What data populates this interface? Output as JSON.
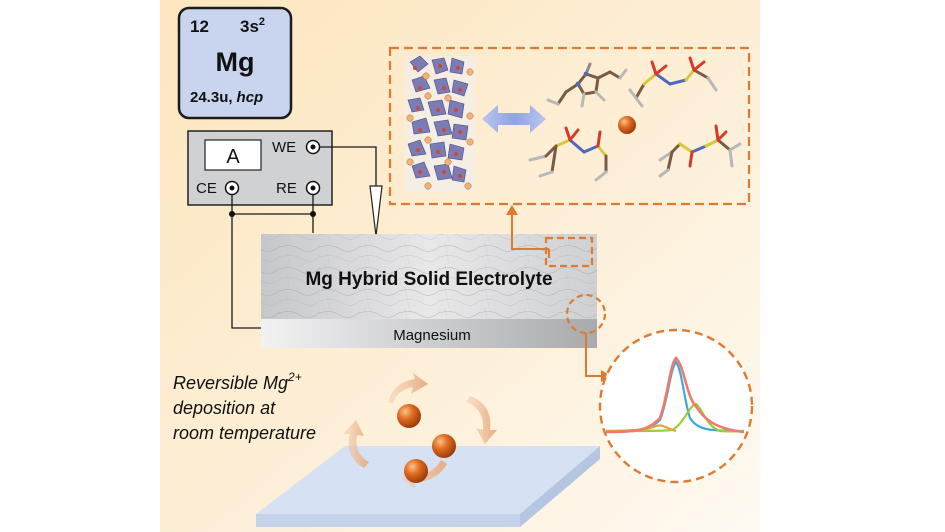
{
  "element_card": {
    "atomic_number": "12",
    "electron_config_base": "3s",
    "electron_config_exp": "2",
    "symbol": "Mg",
    "mass": "24.3u,",
    "structure": "hcp"
  },
  "potentiostat": {
    "meter_label": "A",
    "we_label": "WE",
    "ce_label": "CE",
    "re_label": "RE"
  },
  "electrolyte_label": "Mg Hybrid Solid Electrolyte",
  "substrate_label": "Magnesium",
  "caption": {
    "line1_base": "Reversible Mg",
    "line1_sup": "2+",
    "line2": "deposition at",
    "line3": "room temperature"
  },
  "colors": {
    "background_peach": "#fbe7c6",
    "card_fill": "#c9d5ee",
    "dashed_orange": "#e07a2e",
    "sphere_orange": "#d9661e",
    "arrow_blue": "#aab9e6",
    "plate_blue": "#d6e2f3",
    "electrolyte_gray": "#d9dadc",
    "substrate_gray": "#b5b6b8",
    "peak_total": "#f07a6a",
    "peak_a": "#3fa7dc",
    "peak_b": "#9ccc3c",
    "peak_c": "#e9a23a"
  },
  "icons": [
    "element-card-icon",
    "crystal-structure-icon",
    "ionic-liquid-cation-icon",
    "tfsi-anion-icon",
    "mg-ion-sphere-icon",
    "spectrum-peak-icon",
    "rotation-arrow-icon"
  ]
}
